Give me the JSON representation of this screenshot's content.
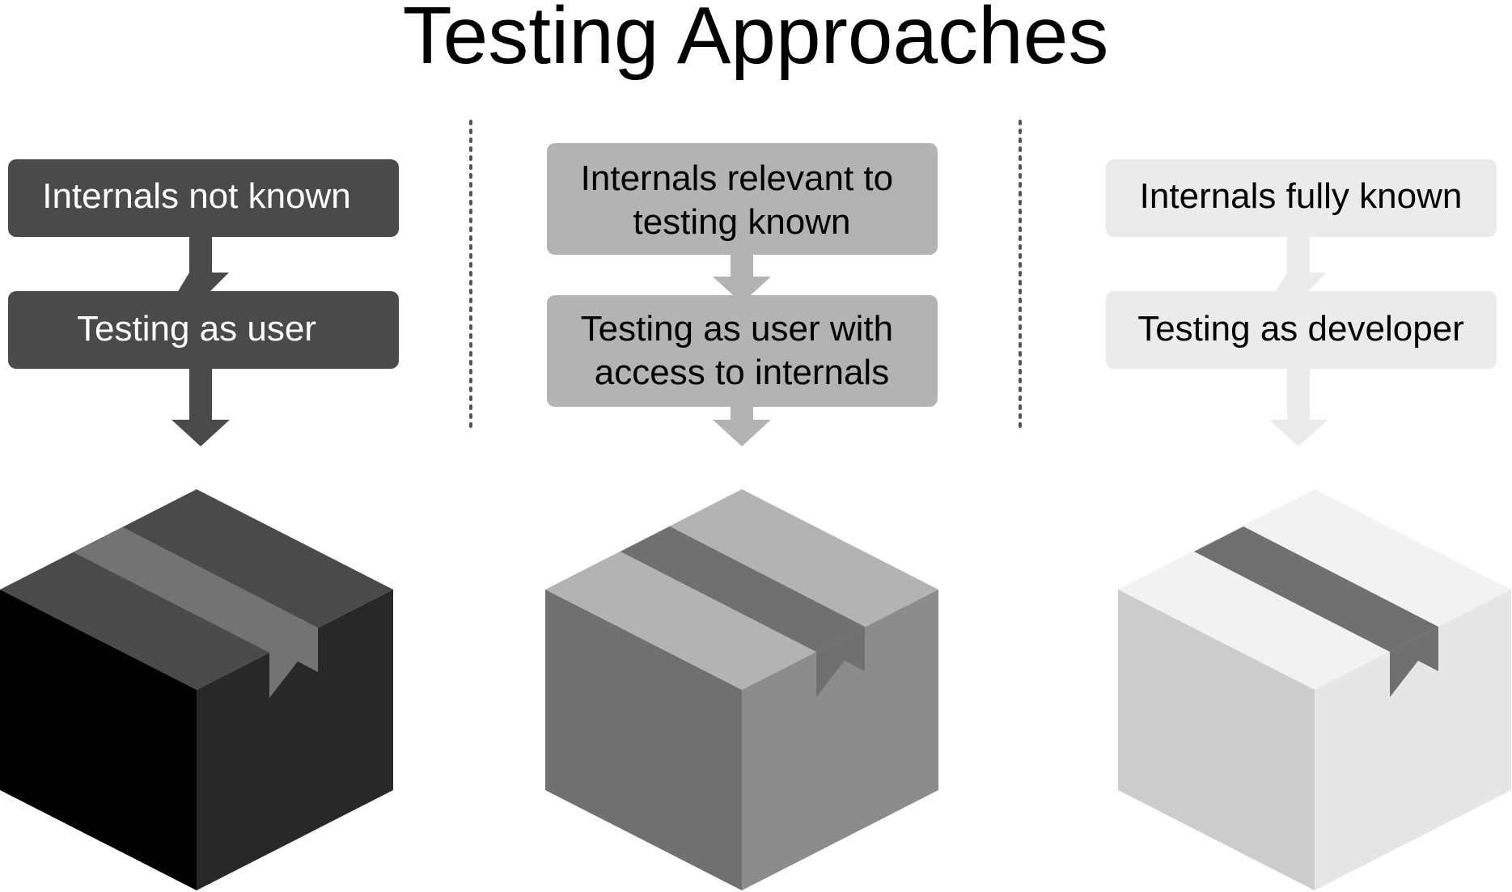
{
  "title": "Testing Approaches",
  "columns": [
    {
      "top_label": [
        "Internals not known"
      ],
      "bottom_label": [
        "Testing as user"
      ],
      "colors": {
        "box_fill": "#4a4a4a",
        "box_text": "#ffffff",
        "arrow": "#4a4a4a",
        "cube_top": "#4a4a4a",
        "cube_left": "#000000",
        "cube_right": "#282828",
        "tape": "#737373"
      }
    },
    {
      "top_label": [
        "Internals relevant to",
        "testing known"
      ],
      "bottom_label": [
        "Testing as user with",
        "access to internals"
      ],
      "colors": {
        "box_fill": "#b3b3b3",
        "box_text": "#000000",
        "arrow": "#b3b3b3",
        "cube_top": "#b3b3b3",
        "cube_left": "#707070",
        "cube_right": "#8c8c8c",
        "tape": "#707070"
      }
    },
    {
      "top_label": [
        "Internals fully known"
      ],
      "bottom_label": [
        "Testing as developer"
      ],
      "colors": {
        "box_fill": "#ebebeb",
        "box_text": "#000000",
        "arrow": "#ebebeb",
        "cube_top": "#f2f2f2",
        "cube_left": "#cccccc",
        "cube_right": "#e6e6e6",
        "tape": "#707070"
      }
    }
  ],
  "divider_color": "#555555"
}
